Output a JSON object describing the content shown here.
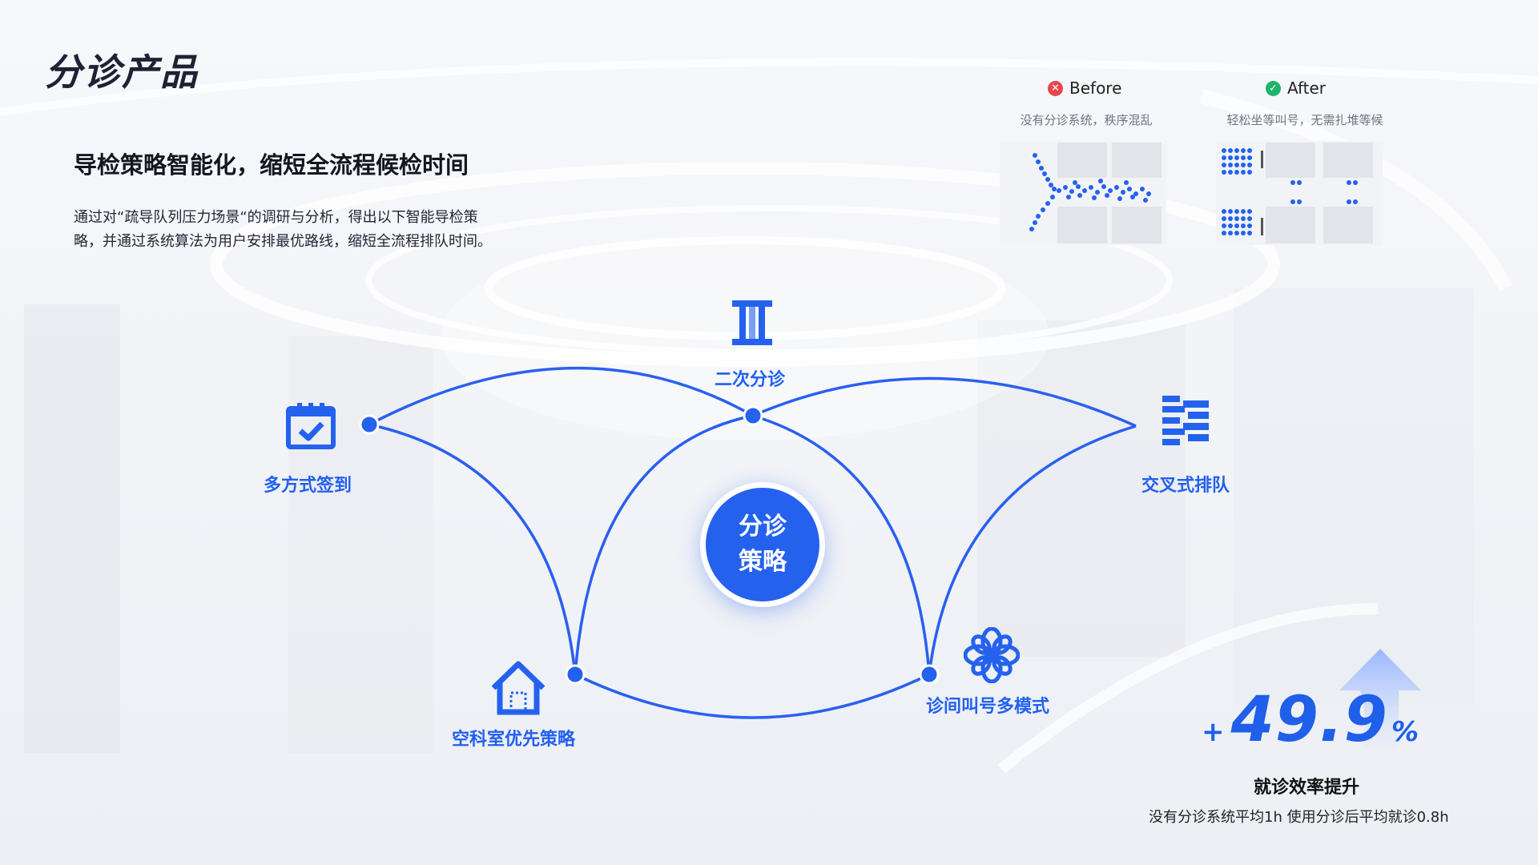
{
  "header": {
    "title": "分诊产品"
  },
  "intro": {
    "subtitle": "导检策略智能化，缩短全流程候检时间",
    "description": "通过对“疏导队列压力场景“的调研与分析，得出以下智能导检策略，并通过系统算法为用户安排最优路线，缩短全流程排队时间。"
  },
  "comparison": {
    "before": {
      "label": "Before",
      "caption": "没有分诊系统，秩序混乱",
      "icon": "x-circle-icon",
      "color": "#e5484d"
    },
    "after": {
      "label": "After",
      "caption": "轻松坐等叫号，无需扎堆等候",
      "icon": "check-circle-icon",
      "color": "#1fb36b"
    }
  },
  "strategy": {
    "center": {
      "line1": "分诊",
      "line2": "策略"
    },
    "nodes": [
      {
        "label": "多方式签到",
        "icon": "calendar-check-icon"
      },
      {
        "label": "二次分诊",
        "icon": "roman-two-icon"
      },
      {
        "label": "交叉式排队",
        "icon": "staggered-bars-icon"
      },
      {
        "label": "空科室优先策略",
        "icon": "home-icon"
      },
      {
        "label": "诊间叫号多模式",
        "icon": "flower-icon"
      }
    ]
  },
  "stat": {
    "prefix": "+",
    "value": "49.9",
    "unit": "%",
    "title": "就诊效率提升",
    "description": "没有分诊系统平均1h 使用分诊后平均就诊0.8h"
  },
  "colors": {
    "accent": "#2462ee",
    "title": "#1e2234"
  }
}
